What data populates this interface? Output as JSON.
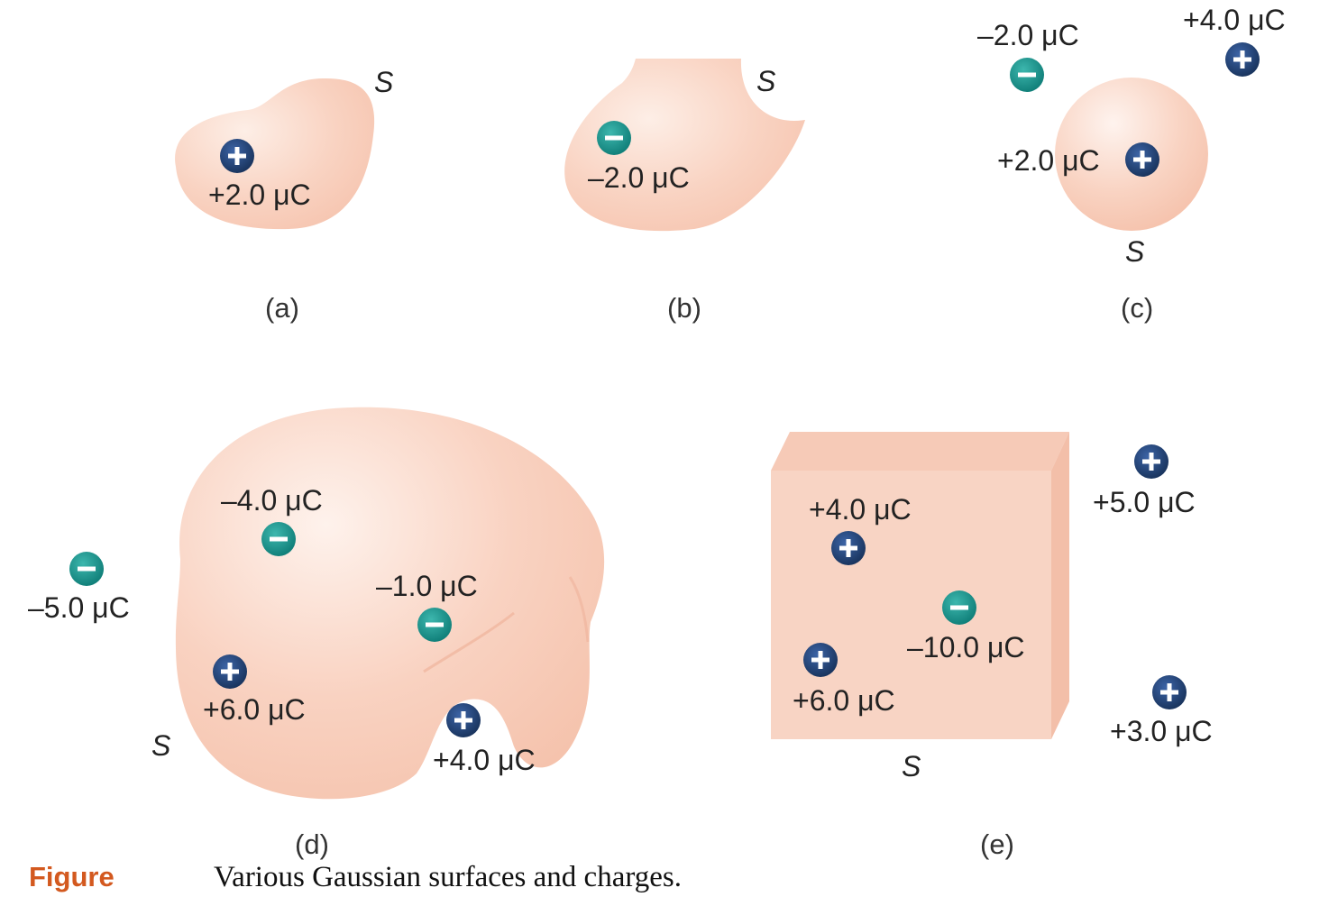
{
  "colors": {
    "surface": "#f8cdbb",
    "surface_highlight": "#fdeee6",
    "positive_charge": "#1f3f73",
    "negative_charge": "#17958f",
    "caption_label": "#d3591f"
  },
  "panels": {
    "a": {
      "label": "(a)",
      "surface": "S",
      "charges": [
        {
          "sign": "+",
          "text": "+2.0 μC"
        }
      ]
    },
    "b": {
      "label": "(b)",
      "surface": "S",
      "charges": [
        {
          "sign": "−",
          "text": "–2.0 μC"
        }
      ]
    },
    "c": {
      "label": "(c)",
      "surface": "S",
      "charges": [
        {
          "sign": "−",
          "text": "–2.0 μC"
        },
        {
          "sign": "+",
          "text": "+4.0 μC"
        },
        {
          "sign": "+",
          "text": "+2.0 μC"
        }
      ]
    },
    "d": {
      "label": "(d)",
      "surface": "S",
      "charges": [
        {
          "sign": "−",
          "text": "–4.0 μC"
        },
        {
          "sign": "−",
          "text": "–5.0 μC"
        },
        {
          "sign": "−",
          "text": "–1.0 μC"
        },
        {
          "sign": "+",
          "text": "+6.0 μC"
        },
        {
          "sign": "+",
          "text": "+4.0 μC"
        }
      ]
    },
    "e": {
      "label": "(e)",
      "surface": "S",
      "charges": [
        {
          "sign": "+",
          "text": "+4.0 μC"
        },
        {
          "sign": "+",
          "text": "+5.0 μC"
        },
        {
          "sign": "−",
          "text": "–10.0 μC"
        },
        {
          "sign": "+",
          "text": "+6.0 μC"
        },
        {
          "sign": "+",
          "text": "+3.0 μC"
        }
      ]
    }
  },
  "caption": {
    "label": "Figure",
    "text": "Various Gaussian surfaces and charges."
  }
}
